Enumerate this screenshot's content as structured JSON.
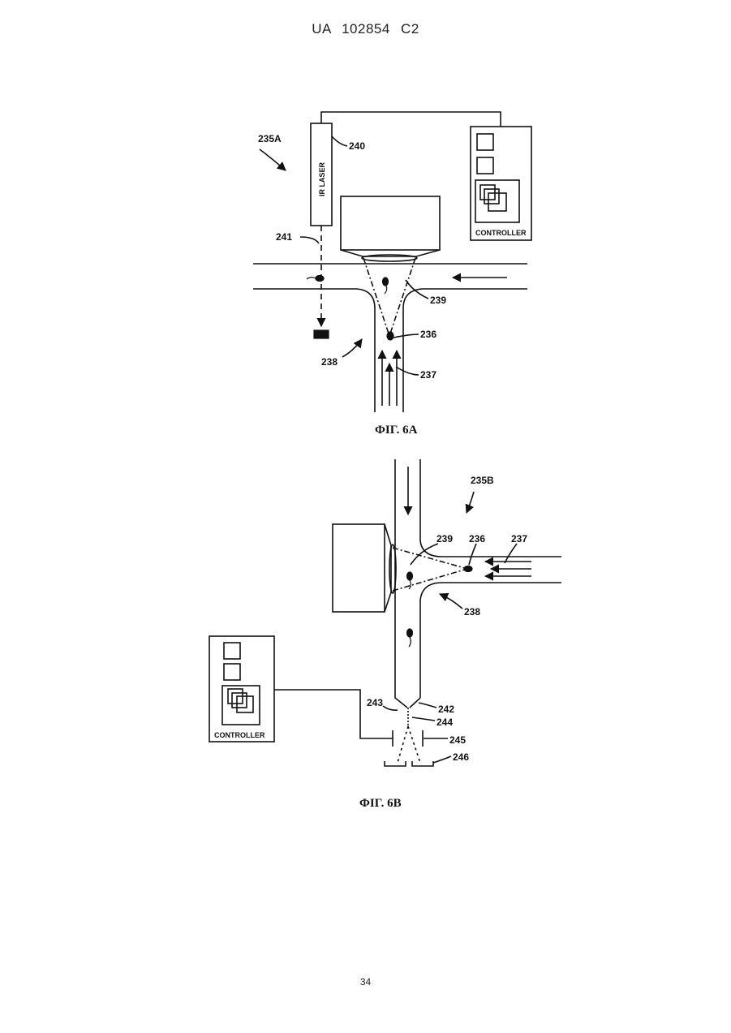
{
  "header": {
    "text": "UA   102854   C2"
  },
  "page_number": "34",
  "figure_6a": {
    "caption": "ФІГ. 6А",
    "ref_main": "235A",
    "laser_label": "IR LASER",
    "controller_label": "CONTROLLER",
    "ref_laser": "240",
    "ref_beam": "241",
    "ref_cone": "239",
    "ref_cell": "236",
    "ref_junction": "238",
    "ref_flow": "237"
  },
  "figure_6b": {
    "caption": "ФІГ. 6В",
    "ref_main": "235B",
    "controller_label": "CONTROLLER",
    "ref_cone": "239",
    "ref_cell": "236",
    "ref_flow": "237",
    "ref_junction": "238",
    "ref_243": "243",
    "ref_242": "242",
    "ref_244": "244",
    "ref_245": "245",
    "ref_246": "246"
  }
}
